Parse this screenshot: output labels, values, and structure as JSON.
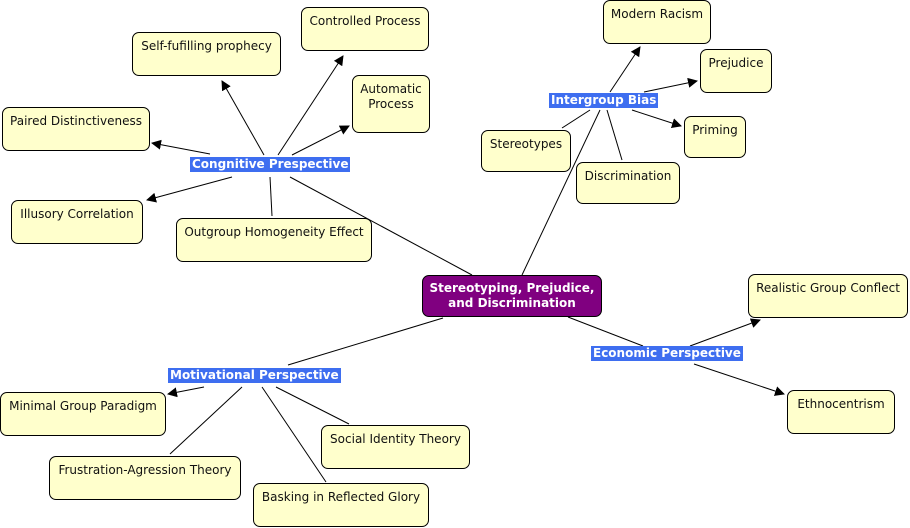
{
  "colors": {
    "concept_fill": "#ffffcc",
    "root_fill": "#800080",
    "linkword_fill": "#3e6ef0",
    "line": "#000000"
  },
  "root": {
    "label": "Stereotyping, Prejudice, and Discrimination"
  },
  "link_words": {
    "cognitive": "Congnitive Prespective",
    "intergroup": "Intergroup Bias",
    "motivational": "Motivational Perspective",
    "economic": "Economic Perspective"
  },
  "concepts": {
    "self_fulfilling": "Self-fufilling prophecy",
    "controlled_process": "Controlled Process",
    "automatic_process": "Automatic Process",
    "paired_distinctiveness": "Paired Distinctiveness",
    "illusory_correlation": "Illusory Correlation",
    "outgroup_homogeneity": "Outgroup Homogeneity Effect",
    "modern_racism": "Modern Racism",
    "prejudice": "Prejudice",
    "priming": "Priming",
    "stereotypes": "Stereotypes",
    "discrimination": "Discrimination",
    "realistic_group_conflict": "Realistic Group Conflect",
    "ethnocentrism": "Ethnocentrism",
    "minimal_group_paradigm": "Minimal Group Paradigm",
    "frustration_aggression": "Frustration-Agression Theory",
    "social_identity": "Social Identity Theory",
    "basking": "Basking in Reflected Glory"
  }
}
